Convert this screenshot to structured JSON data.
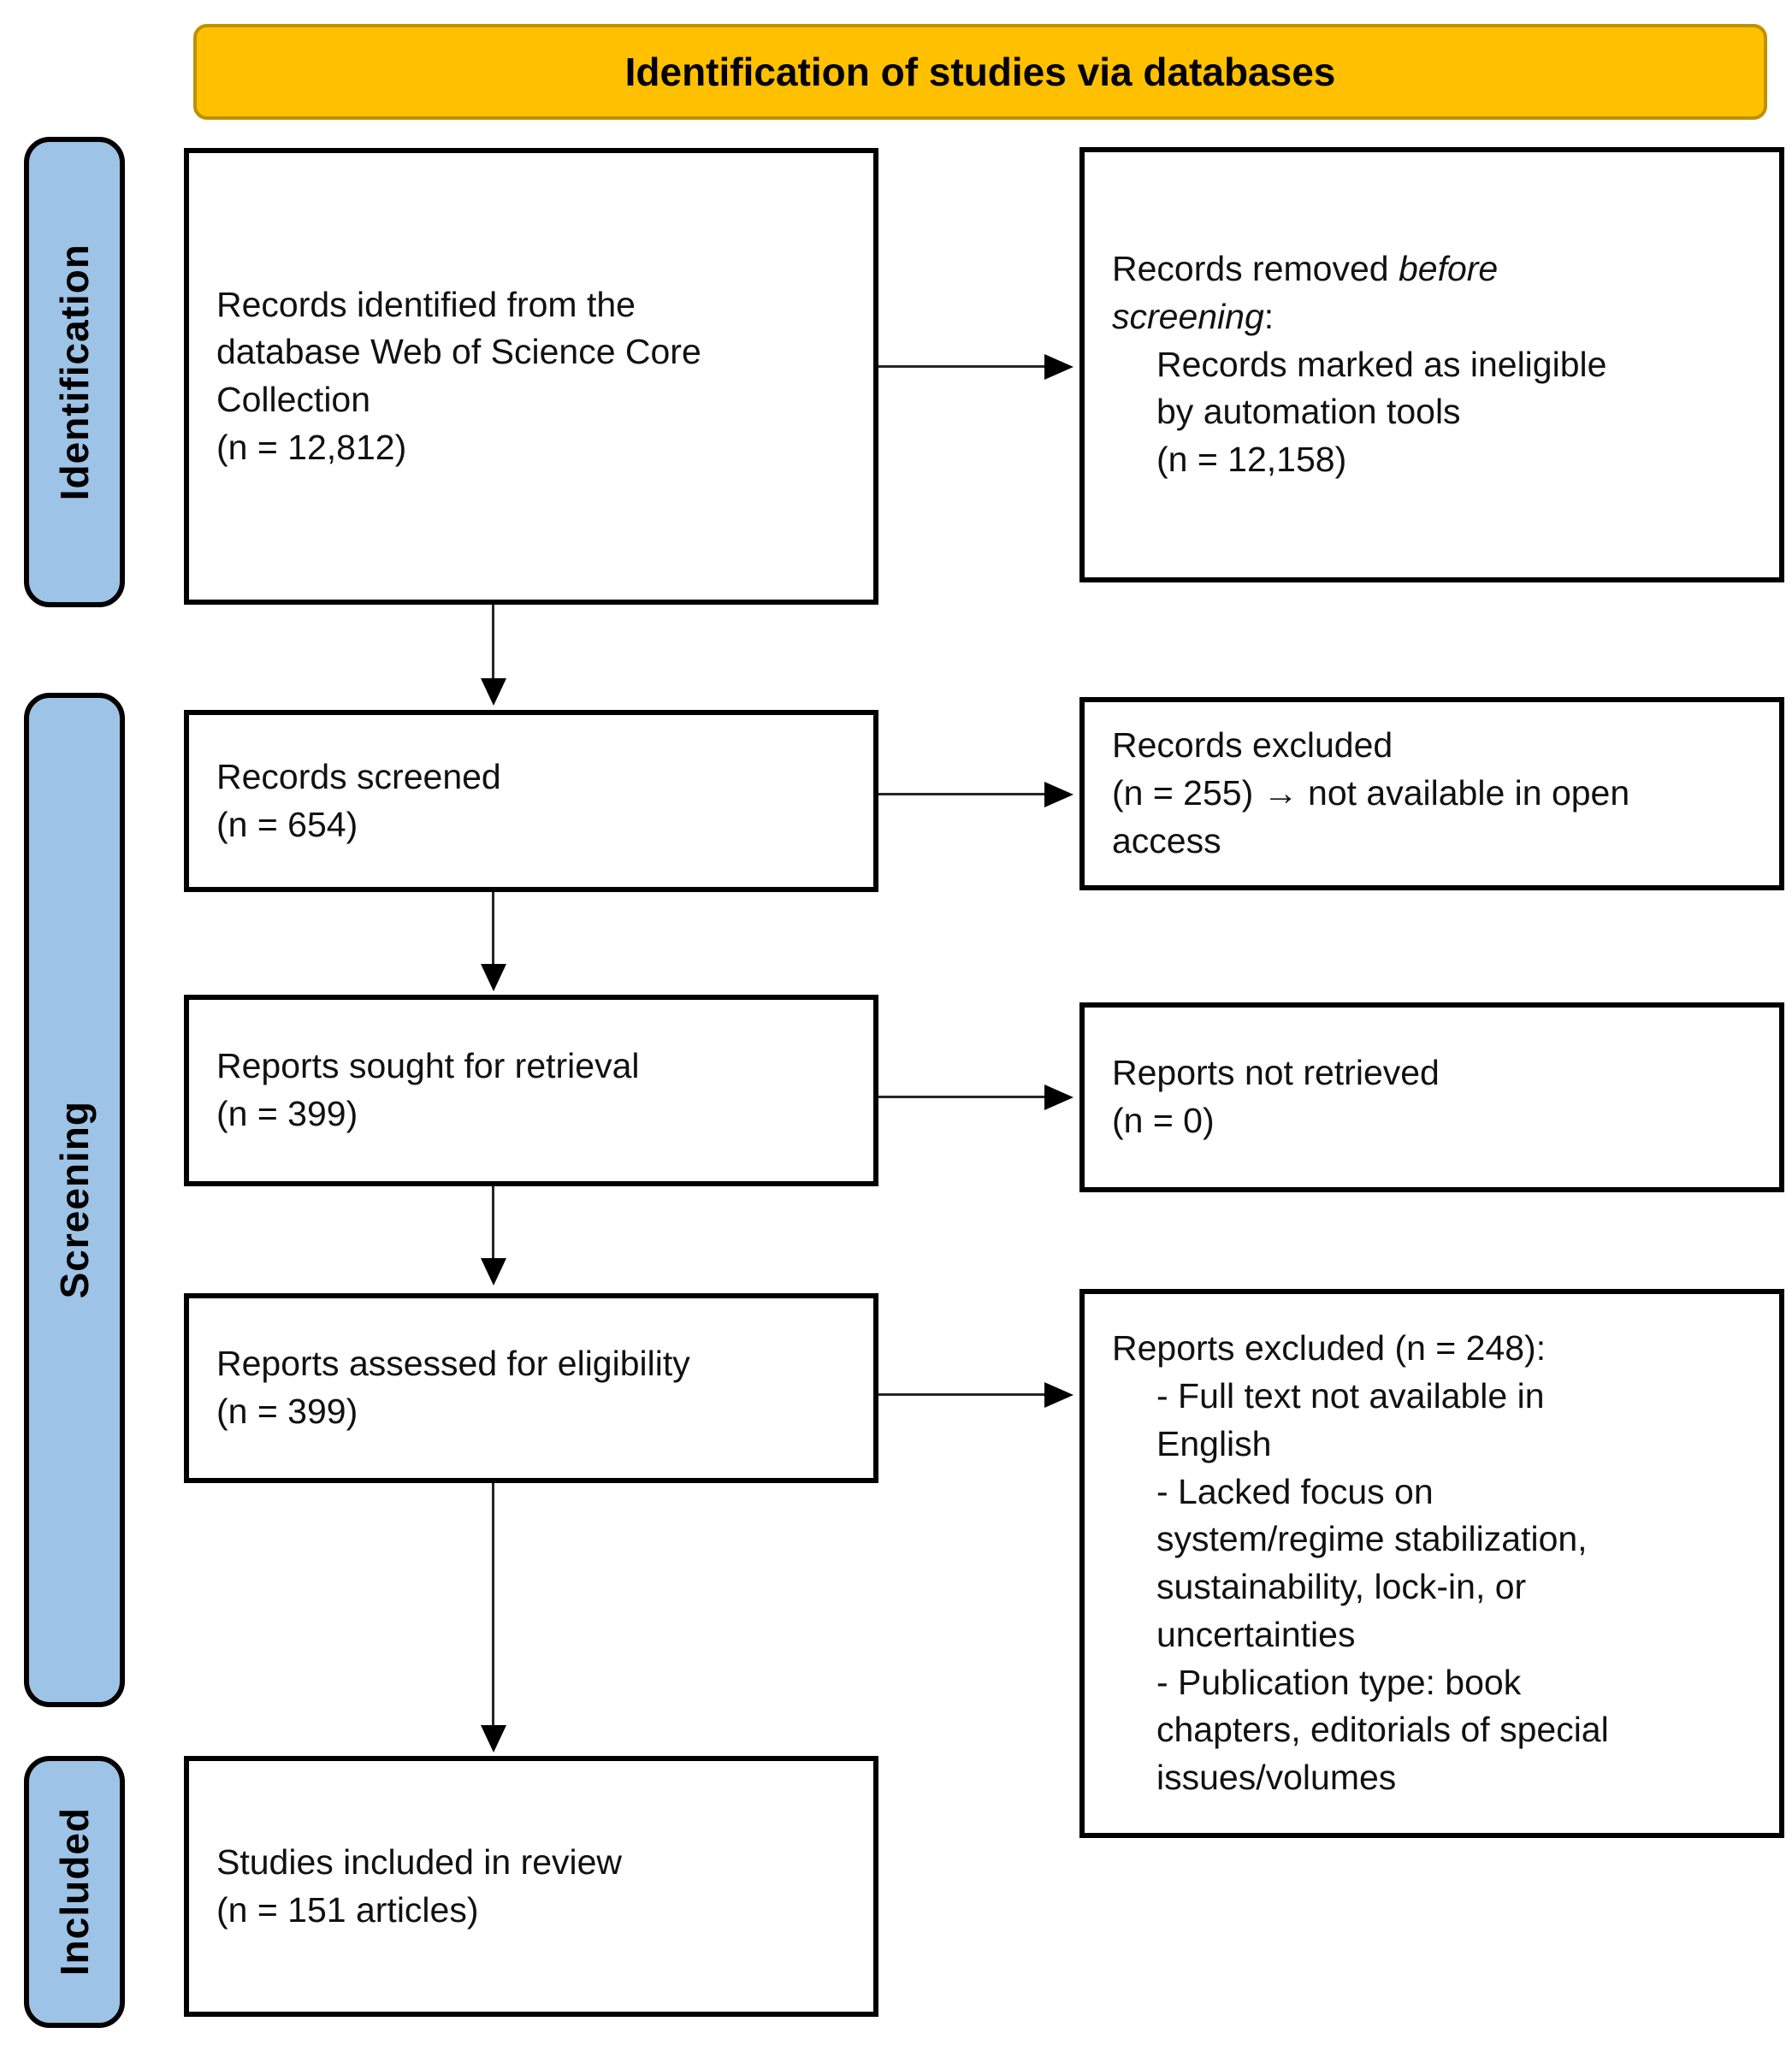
{
  "banner": {
    "label": "Identification of studies via databases"
  },
  "stages": {
    "identification": "Identification",
    "screening": "Screening",
    "included": "Included"
  },
  "boxes": {
    "records_identified": "Records identified from the\ndatabase Web of Science Core\nCollection\n(n = 12,812)",
    "records_removed": {
      "prefix": "Records removed ",
      "italic": "before\nscreening",
      "suffix": ":",
      "detail": "Records marked as ineligible\nby automation tools\n(n = 12,158)"
    },
    "records_screened": "Records screened\n(n = 654)",
    "records_excluded": "Records excluded\n(n = 255) → not available in open\naccess",
    "reports_sought": "Reports sought for retrieval\n(n = 399)",
    "reports_not_retrieved": "Reports not retrieved\n(n = 0)",
    "reports_assessed": "Reports assessed for eligibility\n(n = 399)",
    "reports_excluded": {
      "heading": "Reports excluded (n = 248):",
      "items": "- Full text not available in\nEnglish\n- Lacked focus on\nsystem/regime stabilization,\nsustainability, lock-in, or\nuncertainties\n- Publication type: book\nchapters, editorials of special\nissues/volumes"
    },
    "studies_included": "Studies included in review\n(n = 151 articles)"
  },
  "colors": {
    "banner_fill": "#FFC000",
    "banner_border": "#BF9000",
    "stage_fill": "#9DC3E6",
    "box_border": "#000000",
    "line_color": "#262626"
  }
}
